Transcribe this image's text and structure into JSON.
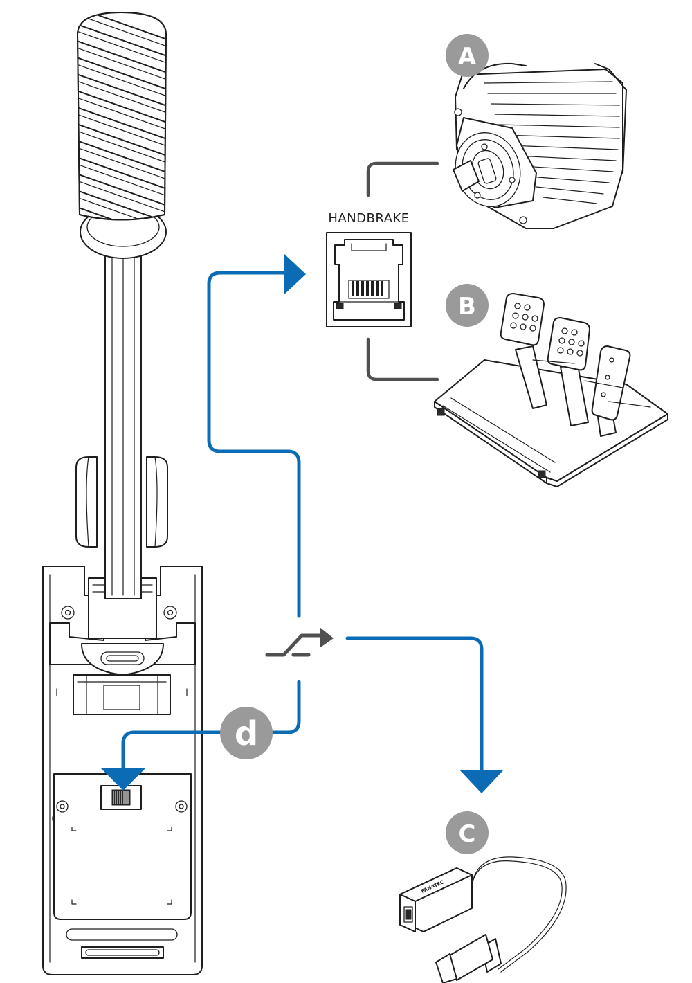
{
  "port_label": "HANDBRAKE",
  "badges": {
    "a": "A",
    "b": "B",
    "c": "C",
    "d": "d"
  },
  "adapter_brand": "FANATEC",
  "colors": {
    "connection_line": "#0b6cb5",
    "port_lead": "#505050",
    "badge": "#9a9a9a"
  },
  "icons": {
    "switch": "toggle-switch-icon",
    "port": "rj-port-icon"
  }
}
